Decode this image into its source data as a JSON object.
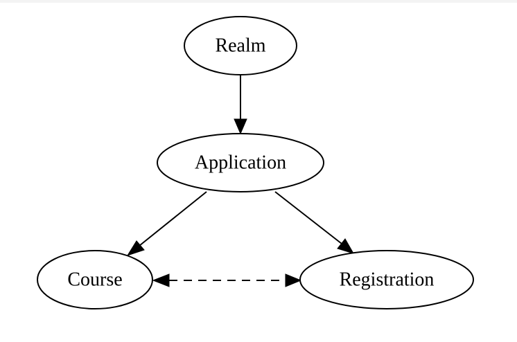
{
  "diagram": {
    "type": "directed-graph",
    "nodes": [
      {
        "id": "realm",
        "label": "Realm"
      },
      {
        "id": "application",
        "label": "Application"
      },
      {
        "id": "course",
        "label": "Course"
      },
      {
        "id": "registration",
        "label": "Registration"
      }
    ],
    "edges": [
      {
        "from": "realm",
        "to": "application",
        "style": "solid",
        "direction": "forward"
      },
      {
        "from": "application",
        "to": "course",
        "style": "solid",
        "direction": "forward"
      },
      {
        "from": "application",
        "to": "registration",
        "style": "solid",
        "direction": "forward"
      },
      {
        "from": "course",
        "to": "registration",
        "style": "dashed",
        "direction": "both"
      }
    ]
  }
}
